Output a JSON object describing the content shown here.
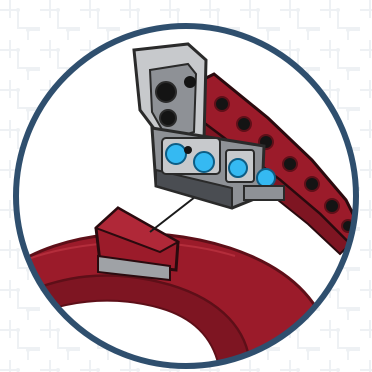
{
  "scene": {
    "kind": "assembly-instruction-callout",
    "colors": {
      "background": "#ffffff",
      "circle_border": "#2f4f6e",
      "circuit_pattern": "#eef1f4",
      "beam_red": "#9b1b2a",
      "beam_red_dark": "#5e0f18",
      "beam_red_light": "#c43a48",
      "gray_part": "#8e9196",
      "gray_part_light": "#c7c9cc",
      "gray_part_dark": "#4a4d52",
      "highlight_blue": "#35b9f2",
      "black_pin": "#141414",
      "leader_line": "#1a1a1a",
      "sticker_gray": "#9fa2a6"
    },
    "icons": {
      "circle_frame": "magnifier-circle",
      "arm": "red-liftarm",
      "bracket": "gray-connector-block",
      "highlight": "blue-tan-pins",
      "ring": "red-ring-part",
      "wedge": "red-wedge-piece",
      "line": "leader-line"
    }
  }
}
